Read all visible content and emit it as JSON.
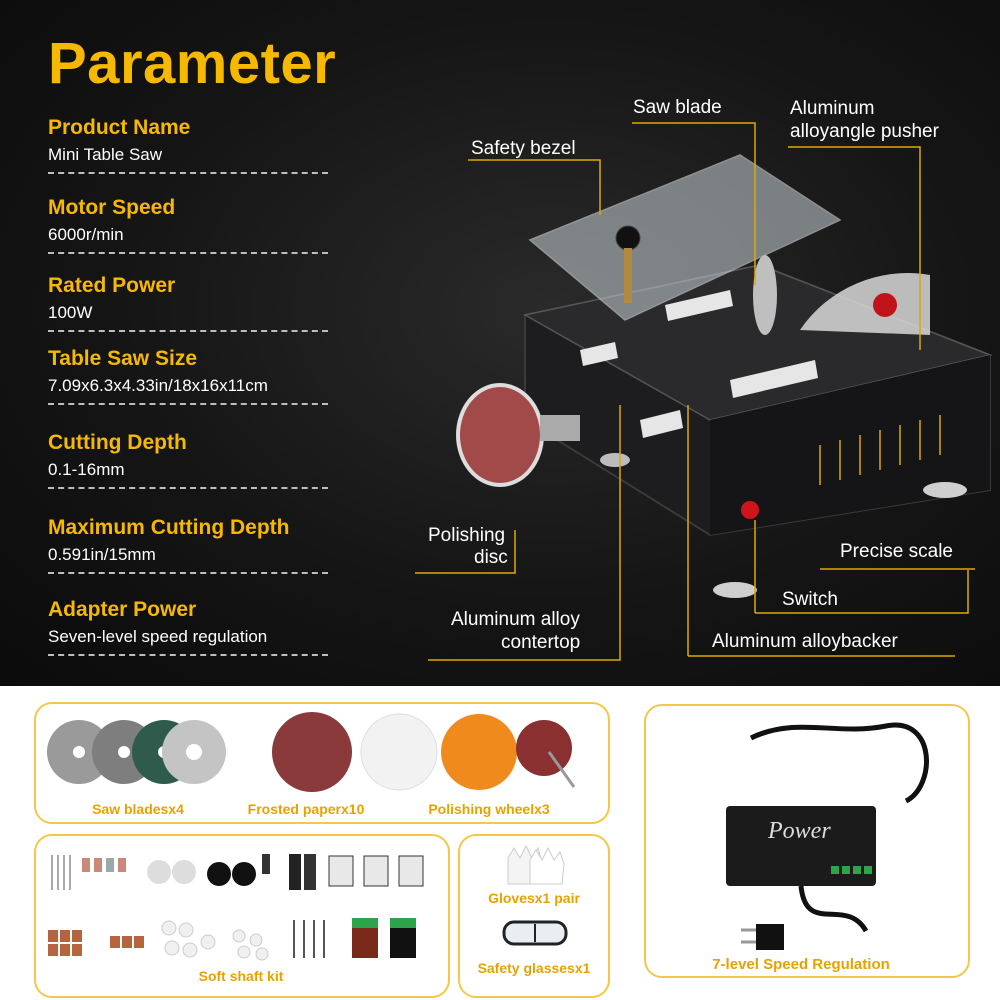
{
  "title": "Parameter",
  "params": [
    {
      "name": "Product Name",
      "value": "Mini Table Saw"
    },
    {
      "name": "Motor Speed",
      "value": "6000r/min"
    },
    {
      "name": "Rated Power",
      "value": "100W"
    },
    {
      "name": "Table Saw Size",
      "value": "7.09x6.3x4.33in/18x16x11cm"
    },
    {
      "name": "Cutting Depth",
      "value": "0.1-16mm"
    },
    {
      "name": "Maximum Cutting Depth",
      "value": "0.591in/15mm"
    },
    {
      "name": "Adapter Power",
      "value": "Seven-level speed regulation"
    }
  ],
  "callouts": {
    "saw_blade": "Saw blade",
    "pusher_1": "Aluminum",
    "pusher_2": "alloyangle pusher",
    "safety_bezel": "Safety bezel",
    "polishing_1": "Polishing",
    "polishing_2": "disc",
    "precise_scale": "Precise scale",
    "switch": "Switch",
    "countertop_1": "Aluminum alloy",
    "countertop_2": "contertop",
    "backer": "Aluminum alloybacker"
  },
  "accessories": {
    "saw_blades": "Saw bladesx4",
    "frosted_paper": "Frosted paperx10",
    "polishing_wheel": "Polishing wheelx3",
    "soft_shaft": "Soft shaft kit",
    "gloves": "Glovesx1 pair",
    "glasses": "Safety glassesx1",
    "power_label": "Power",
    "speed_regulation": "7-level Speed Regulation"
  },
  "colors": {
    "accent": "#f6b800",
    "dark_bg": "#151515",
    "box_border": "#f3c84a"
  }
}
